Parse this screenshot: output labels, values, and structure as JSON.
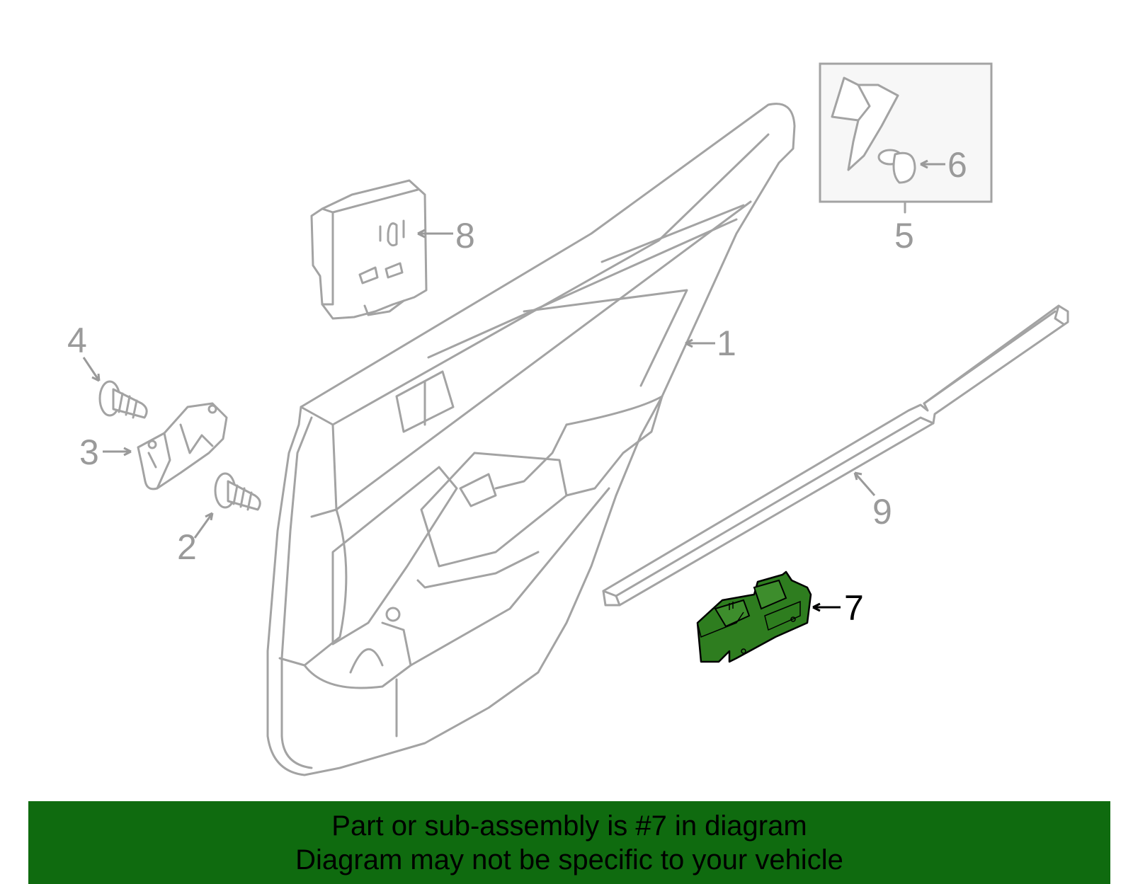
{
  "callouts": [
    {
      "id": "1",
      "label": "1",
      "highlighted": false
    },
    {
      "id": "2",
      "label": "2",
      "highlighted": false
    },
    {
      "id": "3",
      "label": "3",
      "highlighted": false
    },
    {
      "id": "4",
      "label": "4",
      "highlighted": false
    },
    {
      "id": "5",
      "label": "5",
      "highlighted": false
    },
    {
      "id": "6",
      "label": "6",
      "highlighted": false
    },
    {
      "id": "7",
      "label": "7",
      "highlighted": true
    },
    {
      "id": "8",
      "label": "8",
      "highlighted": false
    },
    {
      "id": "9",
      "label": "9",
      "highlighted": false
    }
  ],
  "colors": {
    "highlight_part": "#2e7d1f",
    "banner_background": "#0f6b0f",
    "line_gray": "#a3a3a3",
    "label_gray": "#9a9a9a"
  },
  "banner": {
    "line1": "Part or sub-assembly is #7 in diagram",
    "line2": "Diagram may not be specific to your vehicle"
  }
}
